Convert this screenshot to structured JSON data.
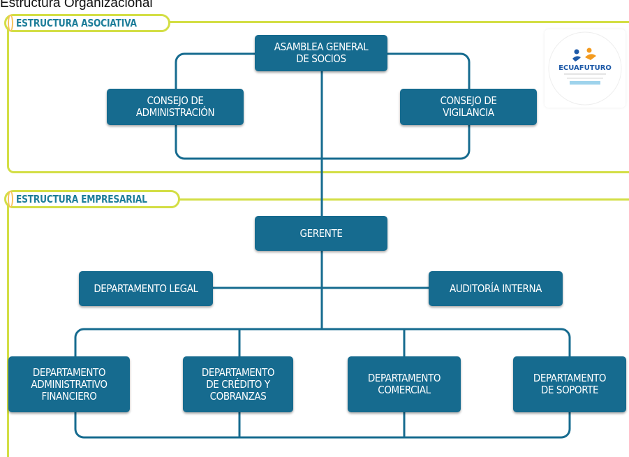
{
  "page": {
    "title": "Estructura Organizacional"
  },
  "sections": {
    "associative": {
      "label": "ESTRUCTURA ASOCIATIVA"
    },
    "business": {
      "label": "ESTRUCTURA EMPRESARIAL"
    }
  },
  "nodes": {
    "asamblea": "ASAMBLEA GENERAL\nDE SOCIOS",
    "consejo_admin": "CONSEJO DE\nADMINISTRACIÓN",
    "consejo_vigilancia": "CONSEJO DE\nVIGILANCIA",
    "gerente": "GERENTE",
    "dep_legal": "DEPARTAMENTO LEGAL",
    "auditoria": "AUDITORÍA INTERNA",
    "dep_admin_fin": "DEPARTAMENTO\nADMINISTRATIVO\nFINANCIERO",
    "dep_credito": "DEPARTAMENTO\nDE CRÉDITO Y\nCOBRANZAS",
    "dep_comercial": "DEPARTAMENTO\nCOMERCIAL",
    "dep_soporte": "DEPARTAMENTO\nDE SOPORTE"
  },
  "logo": {
    "text": "ECUAFUTURO"
  },
  "colors": {
    "box": "#166b8f",
    "frame": "#d3de45",
    "dot": "#f7a71c",
    "label": "#1e7e9a"
  }
}
